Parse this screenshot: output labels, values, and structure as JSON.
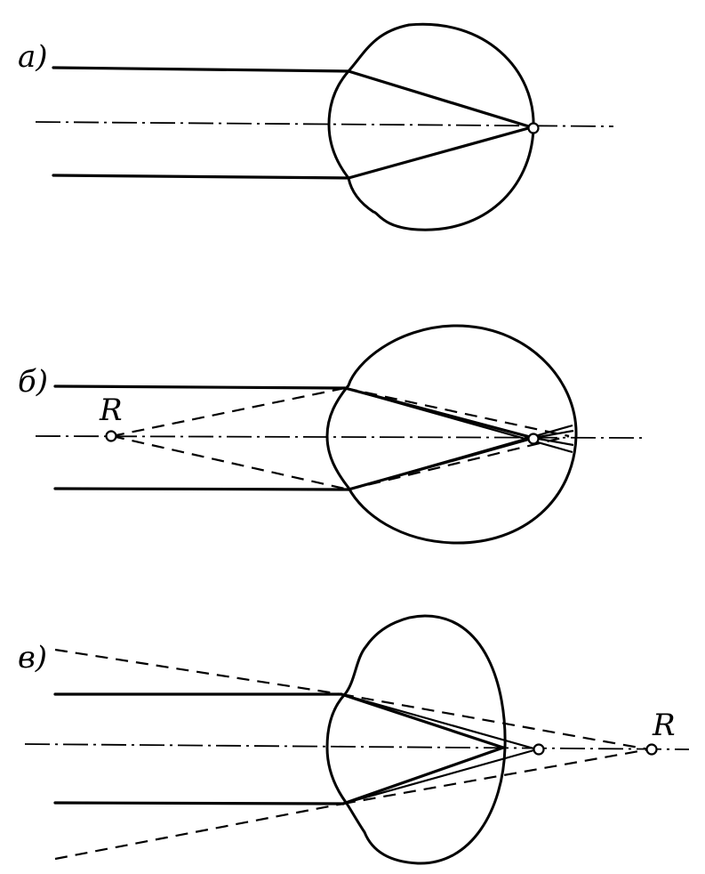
{
  "panels": [
    {
      "label": "а)"
    },
    {
      "label": "б)",
      "point_label": "R"
    },
    {
      "label": "в)",
      "point_label": "R"
    }
  ]
}
